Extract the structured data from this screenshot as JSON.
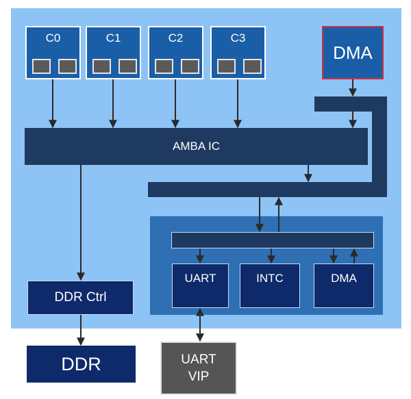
{
  "colors": {
    "background": "#8ec3f5",
    "dark_block": "#1f3a60",
    "core_block": "#1b5ea8",
    "dma_border": "#d0303a",
    "periph_region": "#2f6fb4",
    "periph_block": "#0f2a6a",
    "vip_block": "#555555",
    "arrow": "#2a2a2a"
  },
  "blocks": {
    "cores": [
      {
        "label": "C0",
        "icon": "cache-squares"
      },
      {
        "label": "C1",
        "icon": "cache-squares"
      },
      {
        "label": "C2",
        "icon": "cache-squares"
      },
      {
        "label": "C3",
        "icon": "cache-squares"
      }
    ],
    "dma_master": "DMA",
    "amba_ic": "AMBA IC",
    "ddr_ctrl": "DDR Ctrl",
    "ddr": "DDR",
    "uart": "UART",
    "intc": "INTC",
    "dma_periph": "DMA",
    "uart_vip": [
      "UART",
      "VIP"
    ]
  }
}
